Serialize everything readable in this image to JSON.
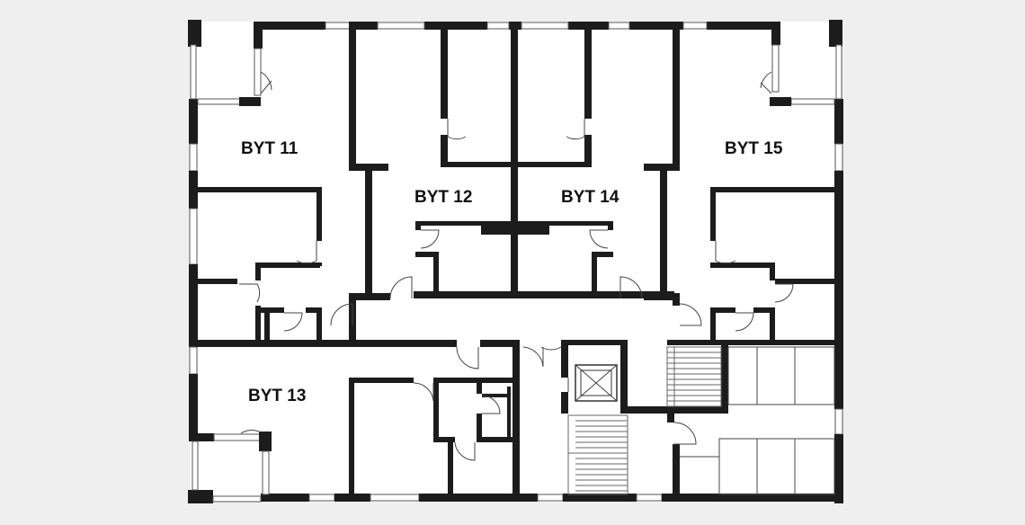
{
  "units": [
    {
      "id": "byt11",
      "label": "BYT 11"
    },
    {
      "id": "byt12",
      "label": "BYT 12"
    },
    {
      "id": "byt13",
      "label": "BYT 13"
    },
    {
      "id": "byt14",
      "label": "BYT 14"
    },
    {
      "id": "byt15",
      "label": "BYT 15"
    }
  ],
  "colors": {
    "background": "#efefef",
    "floor": "#ffffff",
    "wall": "#1c1c1c",
    "line": "#444444"
  }
}
